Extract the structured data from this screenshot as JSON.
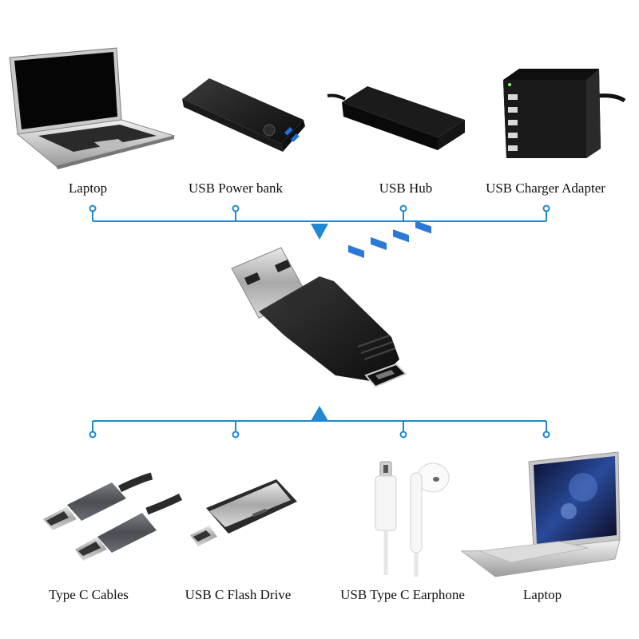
{
  "accent_color": "#1e88d2",
  "top_devices": [
    {
      "label": "Laptop",
      "icon": "laptop-icon"
    },
    {
      "label": "USB Power bank",
      "icon": "power-bank-icon"
    },
    {
      "label": "USB Hub",
      "icon": "usb-hub-icon"
    },
    {
      "label": "USB Charger Adapter",
      "icon": "charger-adapter-icon"
    }
  ],
  "adapter": {
    "icon": "usb-a-to-usb-c-adapter-icon"
  },
  "bottom_devices": [
    {
      "label": "Type C Cables",
      "icon": "type-c-cables-icon"
    },
    {
      "label": "USB C Flash Drive",
      "icon": "flash-drive-icon"
    },
    {
      "label": "USB Type C Earphone",
      "icon": "earphone-icon"
    },
    {
      "label": "Laptop",
      "icon": "laptop-icon"
    }
  ]
}
